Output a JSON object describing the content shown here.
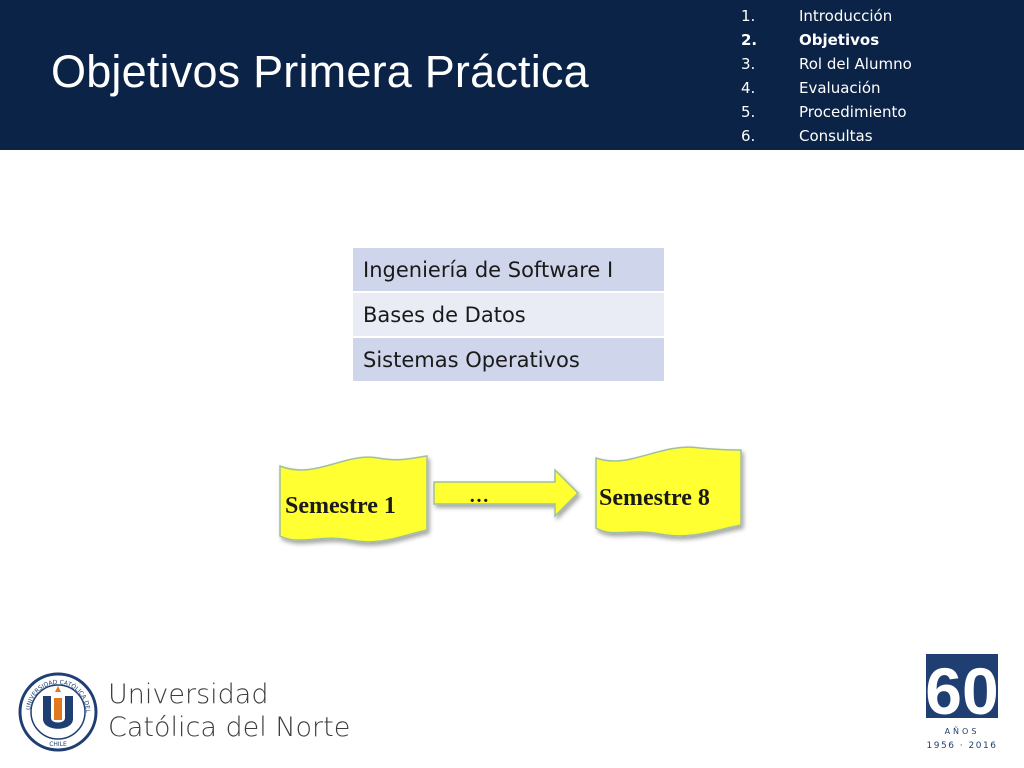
{
  "header": {
    "title": "Objetivos Primera Práctica",
    "agenda": [
      {
        "num": "1.",
        "label": "Introducción",
        "active": false
      },
      {
        "num": "2.",
        "label": "Objetivos",
        "active": true
      },
      {
        "num": "3.",
        "label": "Rol del Alumno",
        "active": false
      },
      {
        "num": "4.",
        "label": "Evaluación",
        "active": false
      },
      {
        "num": "5.",
        "label": "Procedimiento",
        "active": false
      },
      {
        "num": "6.",
        "label": "Consultas",
        "active": false
      }
    ]
  },
  "subjects": [
    "Ingeniería de Software I",
    "Bases de Datos",
    "Sistemas Operativos"
  ],
  "flow": {
    "start_label": "Semestre 1",
    "ellipsis": "…",
    "end_label": "Semestre 8",
    "doc_color": "#ffff33",
    "arrow_color": "#ffff33"
  },
  "footer": {
    "university_line1": "Universidad",
    "university_line2": "Católica del Norte",
    "anniversary_number": "60",
    "anniversary_word": "AÑOS",
    "anniversary_years": "1956 · 2016",
    "seal_text": "UNIVERSIDAD CATÓLICA DEL NORTE",
    "seal_country": "CHILE"
  },
  "colors": {
    "header_bg": "#0b2347",
    "table_row_dark": "#cfd5ea",
    "table_row_light": "#e9ecf5",
    "logo_blue": "#1f3f73"
  }
}
